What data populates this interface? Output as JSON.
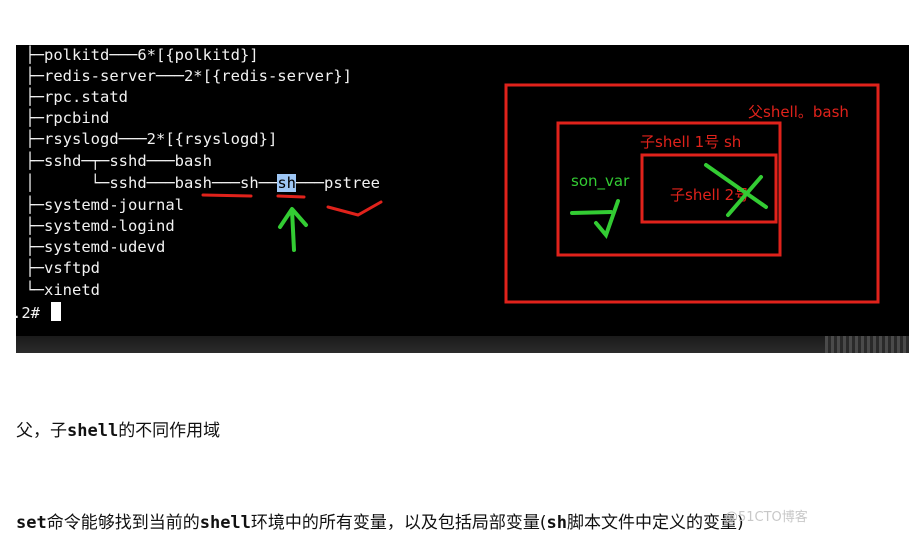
{
  "terminal": {
    "tree_lines": [
      {
        "prefix": " ├─",
        "name": "polkitd",
        "suffix": "───6*[{polkitd}]"
      },
      {
        "prefix": " ├─",
        "name": "redis-server",
        "suffix": "───2*[{redis-server}]"
      },
      {
        "prefix": " ├─",
        "name": "rpc.statd",
        "suffix": ""
      },
      {
        "prefix": " ├─",
        "name": "rpcbind",
        "suffix": ""
      },
      {
        "prefix": " ├─",
        "name": "rsyslogd",
        "suffix": "───2*[{rsyslogd}]"
      },
      {
        "prefix": " ├─",
        "name": "sshd",
        "suffix": "─┬─sshd───bash"
      }
    ],
    "sshd_child": {
      "prefix": " │      └─",
      "sshd": "sshd",
      "bash": "bash",
      "sh1": "sh",
      "sh2": "sh",
      "pstree": "pstree"
    },
    "tree_lines_after": [
      {
        "prefix": " ├─",
        "name": "systemd-journal"
      },
      {
        "prefix": " ├─",
        "name": "systemd-logind"
      },
      {
        "prefix": " ├─",
        "name": "systemd-udevd"
      },
      {
        "prefix": " ├─",
        "name": "vsftpd"
      },
      {
        "prefix": " └─",
        "name": "xinetd"
      }
    ],
    "prompt": ".2#",
    "annotations": {
      "outer_label": "父shell。bash",
      "middle_label": "子shell 1号 sh",
      "inner_label": "子shell 2号",
      "var_label": "son_var",
      "colors": {
        "red": "#e0221b",
        "green": "#33cc33"
      }
    }
  },
  "captions": {
    "line1_pre": "父，子",
    "line1_mono": "shell",
    "line1_post": "的不同作用域",
    "line2_mono1": "set",
    "line2_text1": "命令能够找到当前的",
    "line2_mono2": "shell",
    "line2_text2": "环境中的所有变量，以及包括局部变量(",
    "line2_mono3": "sh",
    "line2_text3": "脚本文件中定义的变量)"
  },
  "watermark": "@51CTO博客"
}
